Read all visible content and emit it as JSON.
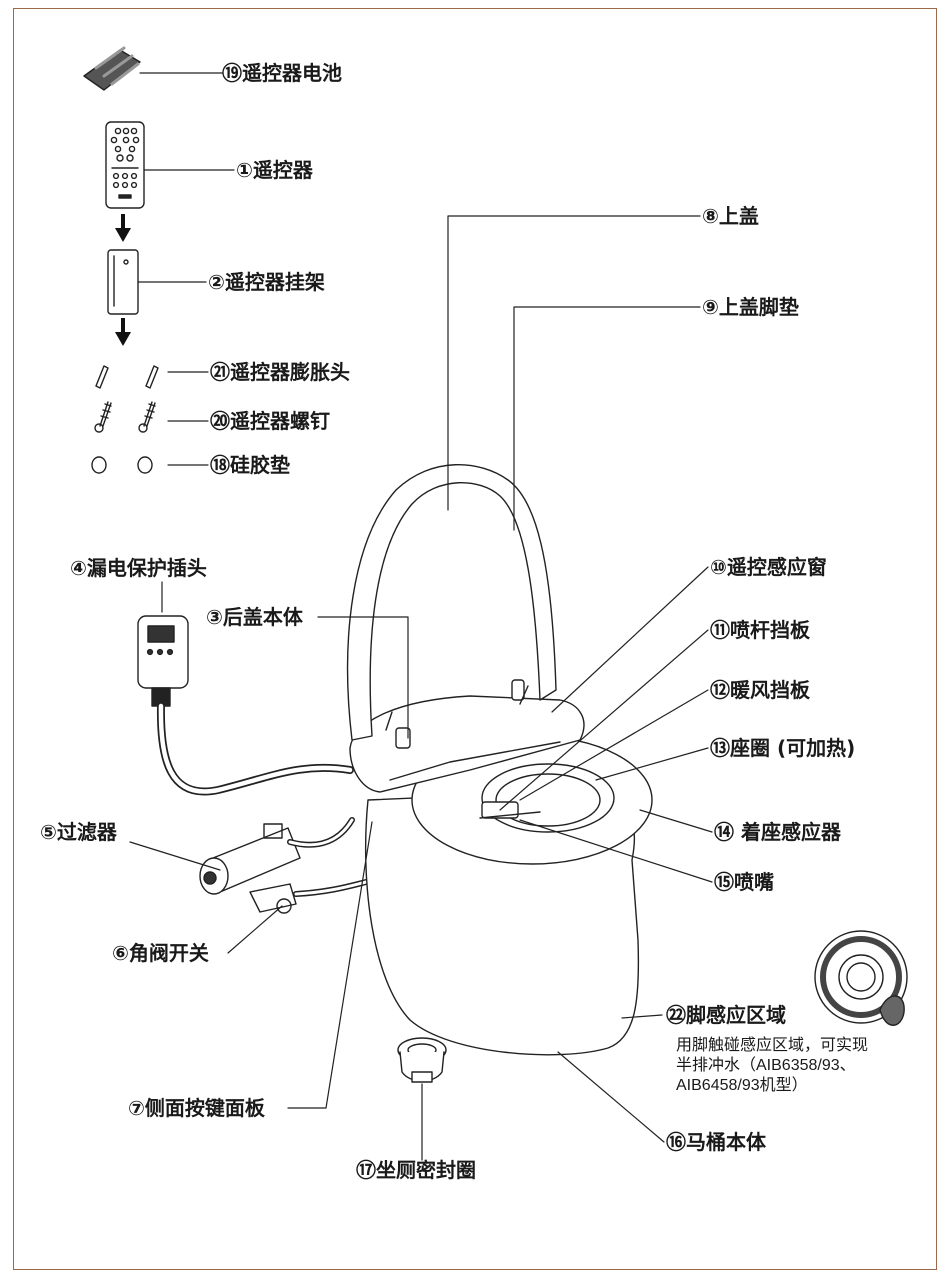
{
  "labels": {
    "l19": "⑲遥控器电池",
    "l1": "①遥控器",
    "l2": "②遥控器挂架",
    "l21": "㉑遥控器膨胀头",
    "l20": "⑳遥控器螺钉",
    "l18": "⑱硅胶垫",
    "l8": "⑧上盖",
    "l9": "⑨上盖脚垫",
    "l4": "④漏电保护插头",
    "l3": "③后盖本体",
    "l10": "⑩遥控感应窗",
    "l11": "⑪喷杆挡板",
    "l12": "⑫暖风挡板",
    "l13": "⑬座圈 (可加热)",
    "l14": "⑭ 着座感应器",
    "l15": "⑮喷嘴",
    "l5": "⑤过滤器",
    "l6": "⑥角阀开关",
    "l22": "㉒脚感应区域",
    "l7": "⑦侧面按键面板",
    "l16": "⑯马桶本体",
    "l17": "⑰坐厕密封圈"
  },
  "note": {
    "line1": "用脚触碰感应区域，可实现",
    "line2": "半排冲水（AIB6358/93、",
    "line3": "AIB6458/93机型）"
  },
  "colors": {
    "frame": "#9a6a4a",
    "line": "#222222",
    "text": "#1a1a1a"
  }
}
